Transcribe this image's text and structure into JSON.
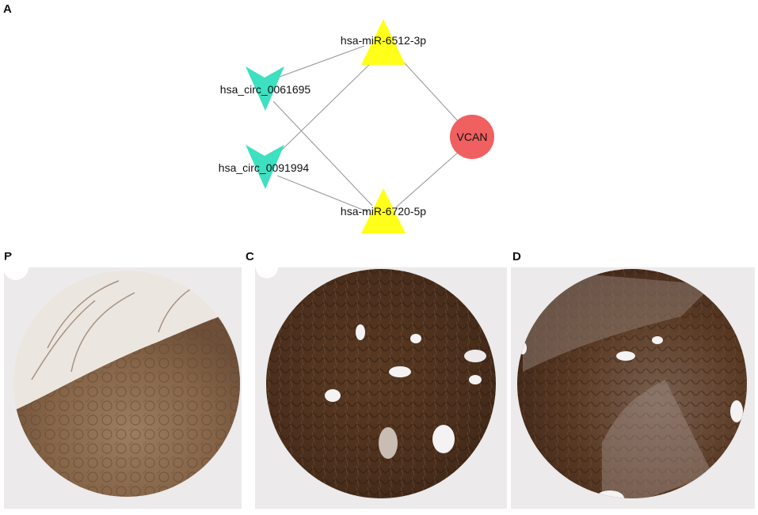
{
  "panels": {
    "a": {
      "letter": "A"
    },
    "b": {
      "letter": "B"
    },
    "c": {
      "letter": "C"
    },
    "d": {
      "letter": "D"
    }
  },
  "network": {
    "nodes": [
      {
        "id": "mir6512",
        "label": "hsa-miR-6512-3p",
        "shape": "triangle",
        "color": "#ffff1a"
      },
      {
        "id": "circ0061695",
        "label": "hsa_circ_0061695",
        "shape": "v",
        "color": "#3de0c0"
      },
      {
        "id": "vcan",
        "label": "VCAN",
        "shape": "circle",
        "color": "#f06060"
      },
      {
        "id": "circ0091994",
        "label": "hsa_circ_0091994",
        "shape": "v",
        "color": "#3de0c0"
      },
      {
        "id": "mir6720",
        "label": "hsa-miR-6720-5p",
        "shape": "triangle",
        "color": "#ffff1a"
      }
    ],
    "edges": [
      [
        "circ0061695",
        "mir6512"
      ],
      [
        "circ0061695",
        "mir6720"
      ],
      [
        "circ0091994",
        "mir6512"
      ],
      [
        "circ0091994",
        "mir6720"
      ],
      [
        "mir6512",
        "vcan"
      ],
      [
        "mir6720",
        "vcan"
      ]
    ],
    "edge_color": "#9a9a9a"
  },
  "tissue_images": [
    {
      "panel": "B",
      "staining": "moderate",
      "color": "#8a6a50"
    },
    {
      "panel": "C",
      "staining": "strong",
      "color": "#4a2e1c"
    },
    {
      "panel": "D",
      "staining": "strong",
      "color": "#5a3a24"
    }
  ]
}
